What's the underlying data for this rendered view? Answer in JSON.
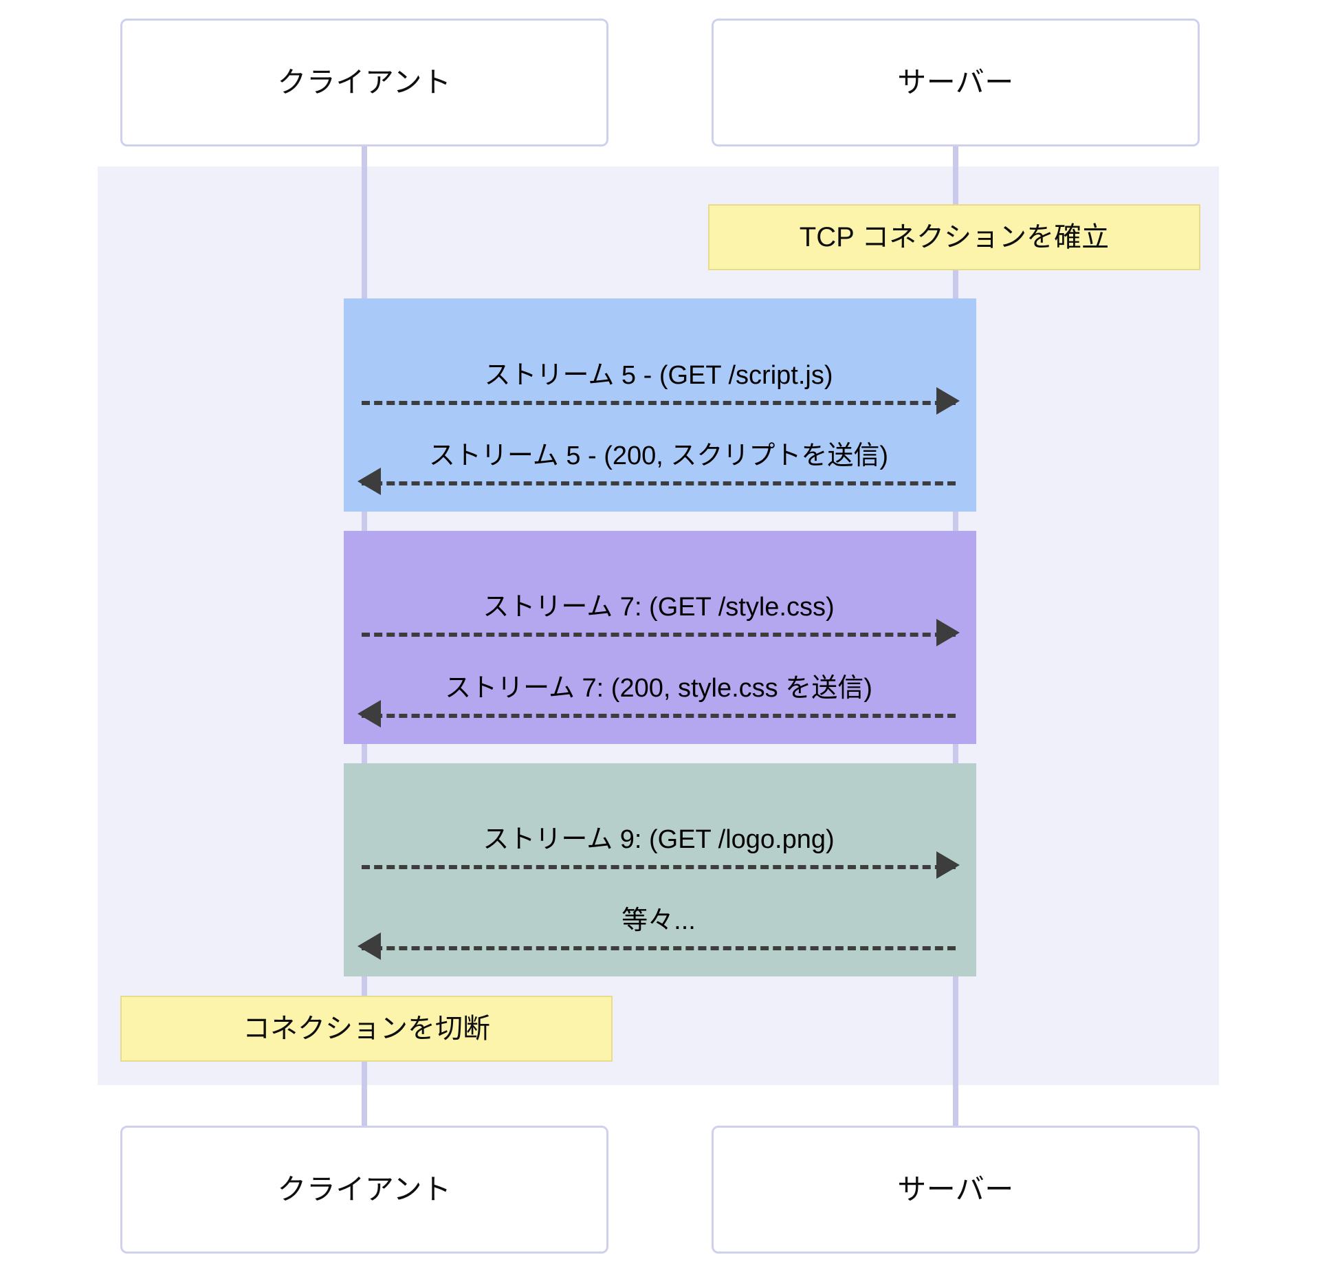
{
  "diagram": {
    "type": "sequence-diagram",
    "participants": [
      {
        "id": "client",
        "label": "クライアント"
      },
      {
        "id": "server",
        "label": "サーバー"
      }
    ],
    "notes": [
      {
        "id": "tcp-establish",
        "text": "TCP コネクションを確立",
        "over": "server",
        "color": "#fcf4ab"
      },
      {
        "id": "disconnect",
        "text": "コネクションを切断",
        "over": "client",
        "color": "#fcf4ab"
      }
    ],
    "blocks": [
      {
        "id": "stream5",
        "color": "#a9c9f8",
        "messages": [
          {
            "id": "s5-req",
            "text": "ストリーム 5 - (GET /script.js)",
            "direction": "right",
            "style": "dashed"
          },
          {
            "id": "s5-res",
            "text": "ストリーム 5 - (200, スクリプトを送信)",
            "direction": "left",
            "style": "dashed"
          }
        ]
      },
      {
        "id": "stream7",
        "color": "#b5a6f0",
        "messages": [
          {
            "id": "s7-req",
            "text": "ストリーム 7: (GET /style.css)",
            "direction": "right",
            "style": "dashed"
          },
          {
            "id": "s7-res",
            "text": "ストリーム 7: (200, style.css を送信)",
            "direction": "left",
            "style": "dashed"
          }
        ]
      },
      {
        "id": "stream9",
        "color": "#b6cfcb",
        "messages": [
          {
            "id": "s9-req",
            "text": "ストリーム 9: (GET /logo.png)",
            "direction": "right",
            "style": "dashed"
          },
          {
            "id": "s9-res",
            "text": "等々...",
            "direction": "left",
            "style": "dashed"
          }
        ]
      }
    ],
    "colors": {
      "background": "#ffffff",
      "session_region": "#eff0fa",
      "lifeline": "#c9c9ec",
      "actor_border": "#cfcff0",
      "note_fill": "#fcf4ab",
      "note_border": "#e6dc8c",
      "arrow": "#3d3d3d",
      "text": "#000000"
    }
  }
}
